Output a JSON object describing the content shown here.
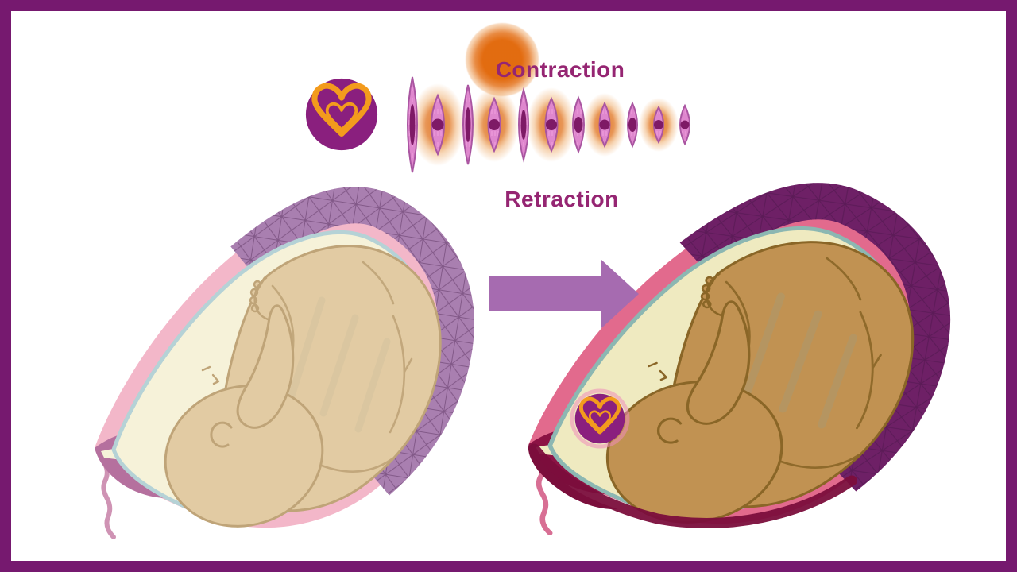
{
  "page": {
    "background": "#ffffff",
    "border_color": "#76196f"
  },
  "header": {
    "contraction_label": "Contraction",
    "retraction_label": "Retraction",
    "label_color": "#952572",
    "splash_color": "#e2690c"
  },
  "heart_badge": {
    "circle_color": "#8a1f7e",
    "heart_outline_color": "#f39b1d"
  },
  "muscle_cell_row": {
    "cell_count": 11,
    "cell_fill": "#e894d6",
    "cell_outline": "#a855a0",
    "nucleus_color": "#7e1a66",
    "glow_color": "#e0731f",
    "cells": [
      {
        "glow": false,
        "height": 120
      },
      {
        "glow": true,
        "height": 74
      },
      {
        "glow": false,
        "height": 100
      },
      {
        "glow": true,
        "height": 66
      },
      {
        "glow": false,
        "height": 88
      },
      {
        "glow": true,
        "height": 66
      },
      {
        "glow": false,
        "height": 68
      },
      {
        "glow": true,
        "height": 54
      },
      {
        "glow": false,
        "height": 54
      },
      {
        "glow": true,
        "height": 44
      },
      {
        "glow": false,
        "height": 48
      }
    ]
  },
  "arrow": {
    "direction": "right",
    "color": "#a66bb0"
  },
  "figures": {
    "left": {
      "wall": "#f3b7c9",
      "fundal_band": "#a97fb0",
      "sac_line": "#b5d2d6",
      "fluid": "#f6f2d9",
      "baby_skin": "#e2cba3",
      "baby_outline": "#bfa478",
      "cervix": "#b5709e"
    },
    "right": {
      "wall": "#e26a8d",
      "fundal_band": "#6e2066",
      "sac_line": "#8cb7b2",
      "fluid": "#efeac0",
      "baby_skin": "#c19252",
      "baby_outline": "#8a6627",
      "cervix": "#8c1244",
      "lower_segment": "#7b0e3c"
    }
  }
}
